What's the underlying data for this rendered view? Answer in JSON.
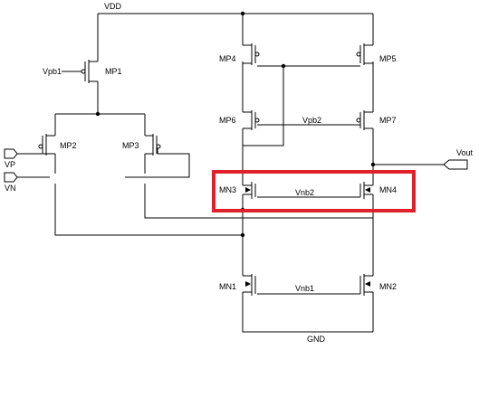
{
  "labels": {
    "vdd": "VDD",
    "gnd": "GND",
    "vpb1": "Vpb1",
    "vpb2": "Vpb2",
    "vnb1": "Vnb1",
    "vnb2": "Vnb2",
    "vp": "VP",
    "vn": "VN",
    "vout": "Vout",
    "mp1": "MP1",
    "mp2": "MP2",
    "mp3": "MP3",
    "mp4": "MP4",
    "mp5": "MP5",
    "mp6": "MP6",
    "mp7": "MP7",
    "mn1": "MN1",
    "mn2": "MN2",
    "mn3": "MN3",
    "mn4": "MN4"
  },
  "colors": {
    "wire": "#000000",
    "highlight": "#e0202a",
    "background": "#ffffff"
  }
}
